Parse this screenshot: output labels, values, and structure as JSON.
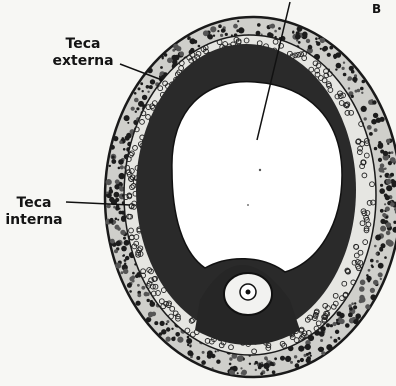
{
  "figure": {
    "panel_letter": "B",
    "labels": {
      "teca_externa": {
        "line1": "Teca",
        "line2": "externa"
      },
      "teca_interna": {
        "line1": "Teca",
        "line2": "interna"
      }
    },
    "colors": {
      "background": "#f7f7f4",
      "ink": "#141414",
      "granulosa": "#2a2a2a",
      "cavity": "#ffffff"
    }
  }
}
